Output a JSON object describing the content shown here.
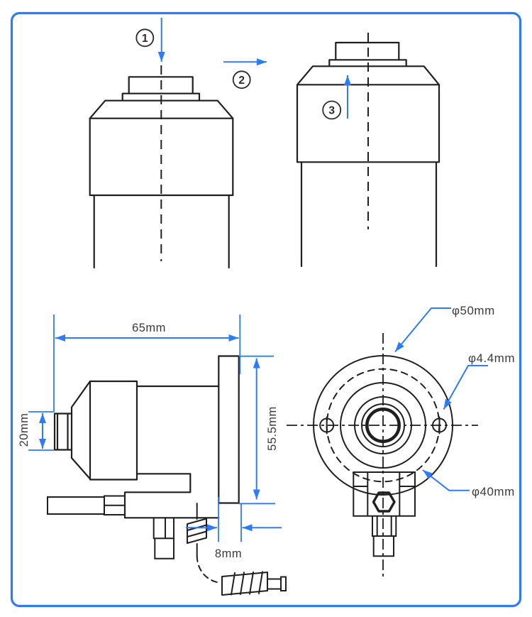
{
  "panel": {
    "background": "#ffffff",
    "border_color": "#2e7bf6"
  },
  "colors": {
    "accent_blue": "#2e7bf6",
    "line_black": "#1f1f1f",
    "text_dark": "#3a3a3a"
  },
  "installation_steps": {
    "step1": {
      "number": "1"
    },
    "step2": {
      "number": "2"
    },
    "step3": {
      "number": "3"
    }
  },
  "dimensions": {
    "overall_length": "65mm",
    "shaft_diameter": "20mm",
    "body_height": "55.5mm",
    "flange_thickness": "8mm"
  },
  "diameters": {
    "outer_diameter": "φ50mm",
    "mounting_hole": "φ4.4mm",
    "bolt_circle": "φ40mm"
  }
}
